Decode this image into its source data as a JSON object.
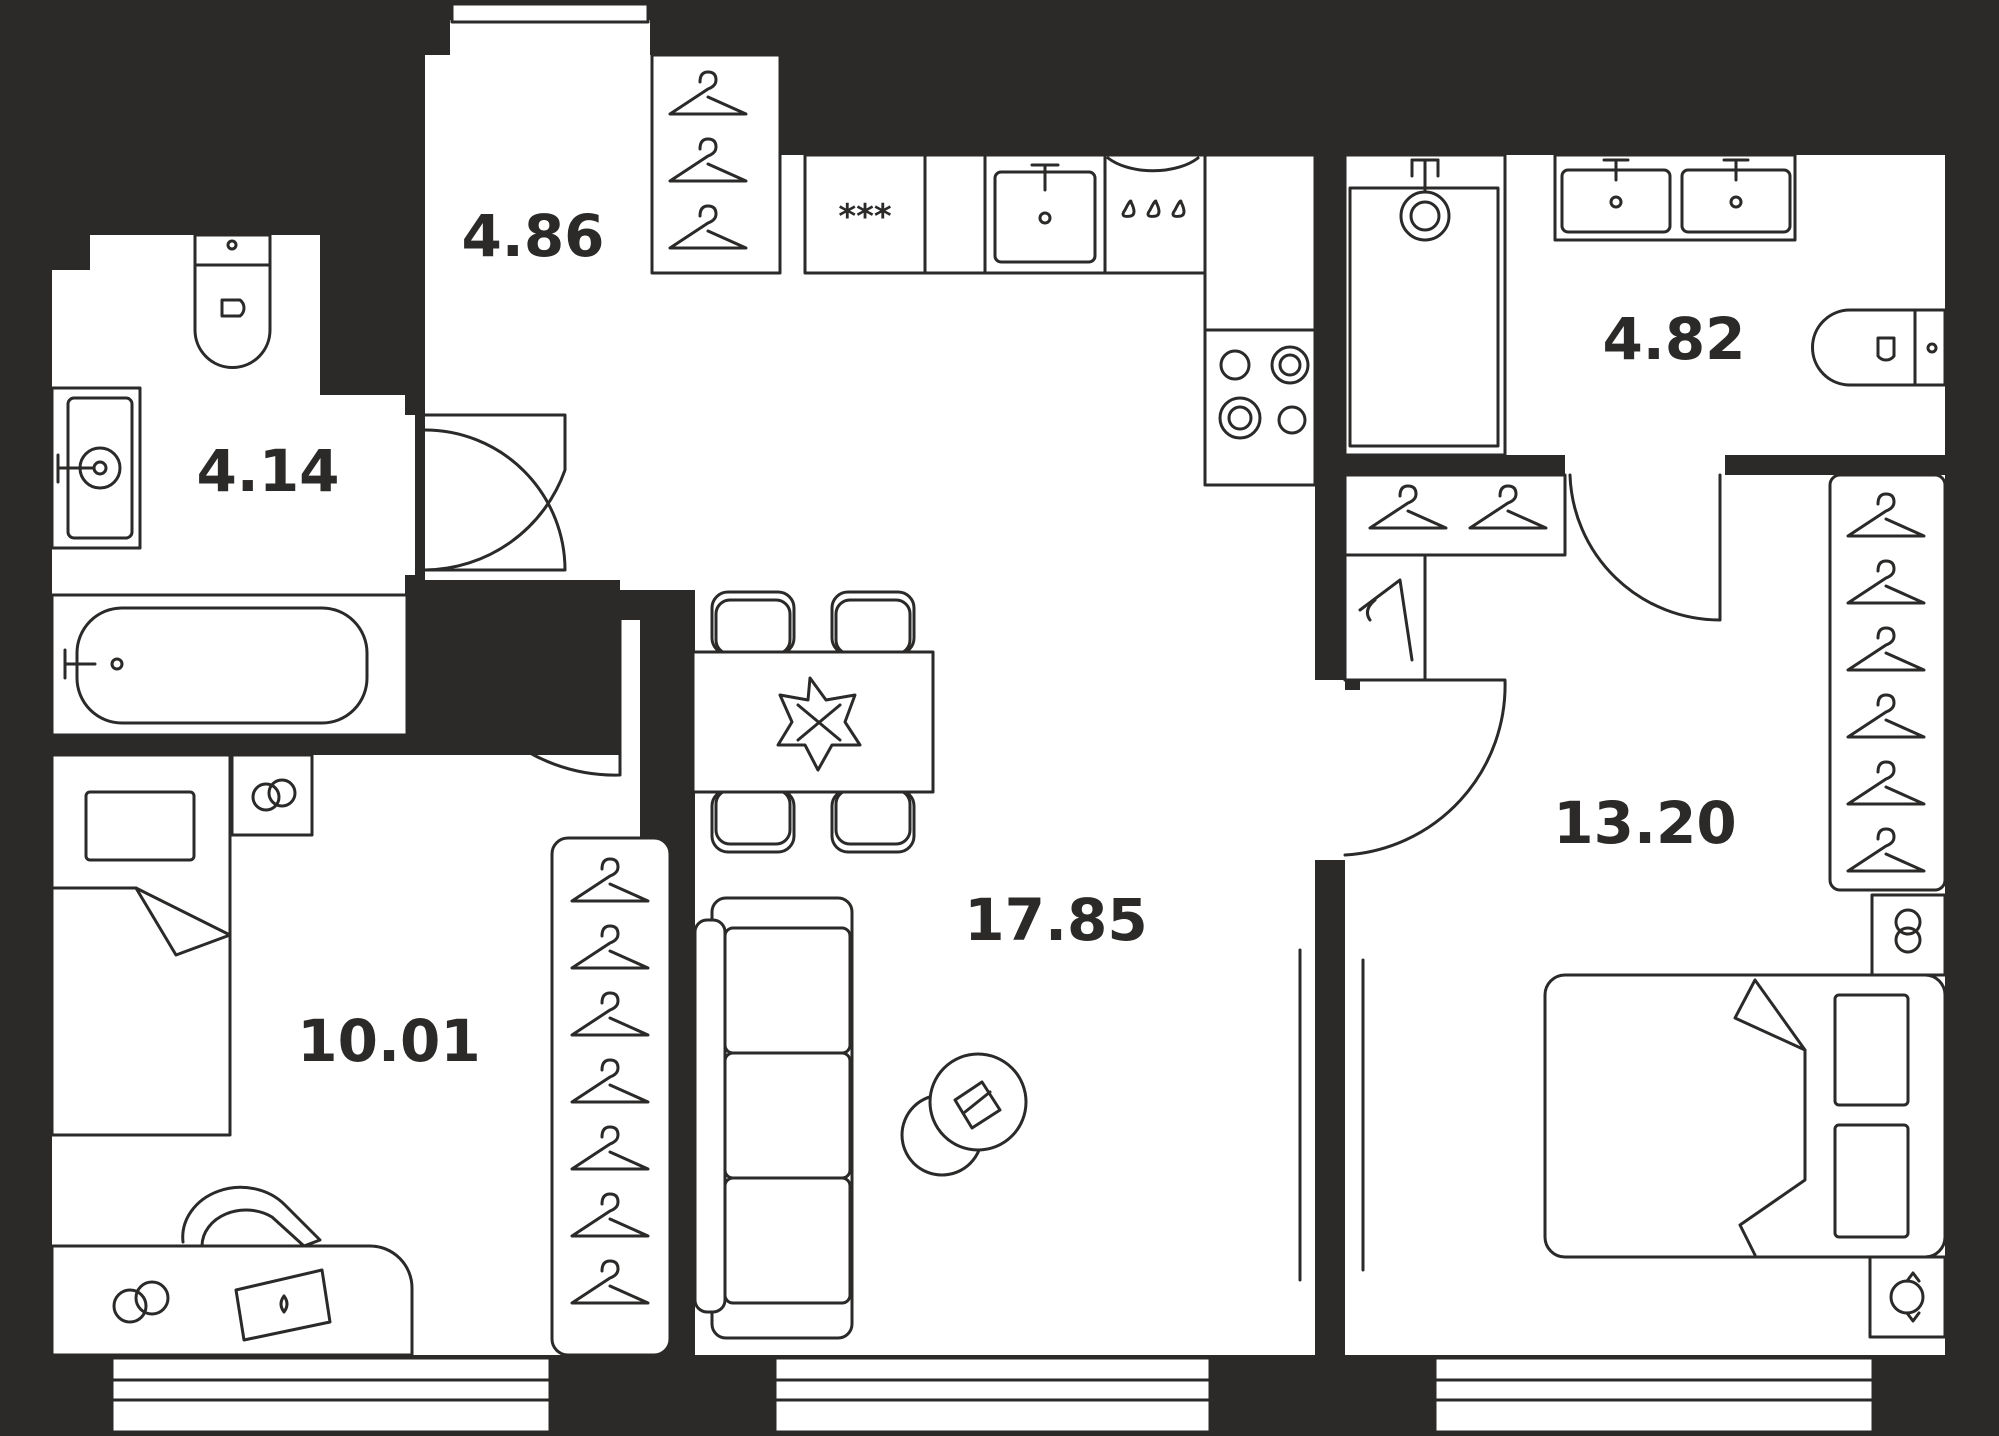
{
  "colors": {
    "wall": "#2b2a29",
    "floor": "#ffffff",
    "line": "#2b2a29"
  },
  "rooms": {
    "hall": {
      "area": "4.86"
    },
    "bathroom_left": {
      "area": "4.14"
    },
    "bathroom_right": {
      "area": "4.82"
    },
    "kitchen_living": {
      "area": "17.85"
    },
    "bedroom_left": {
      "area": "10.01"
    },
    "bedroom_right": {
      "area": "13.20"
    }
  },
  "icons": {
    "hanger": "hanger-icon",
    "toilet": "toilet-icon",
    "sink": "sink-icon",
    "bathtub": "bathtub-icon",
    "shower": "shower-icon",
    "stove": "stove-icon",
    "fridge": "fridge-icon",
    "dishwasher": "dishwasher-icon",
    "bed": "bed-icon",
    "sofa": "sofa-icon",
    "table": "table-icon",
    "chair": "chair-icon",
    "flower": "flower-icon",
    "lamp": "lamp-icon",
    "desk": "desk-icon"
  }
}
